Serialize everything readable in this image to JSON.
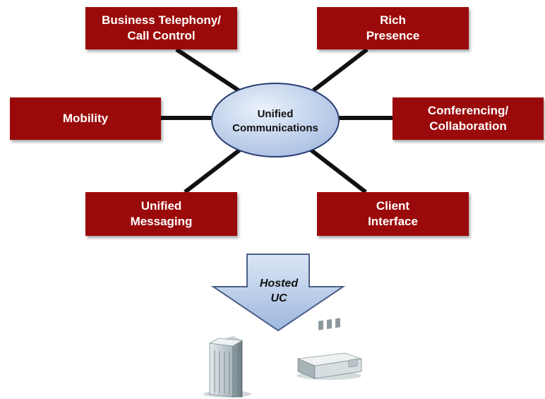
{
  "colors": {
    "box_fill": "#9b0a0a",
    "box_text": "#ffffff",
    "hub_fill": "#c5d4ec",
    "hub_stroke": "#2a3f73",
    "arrow_fill": "#b7cce9",
    "arrow_stroke": "#4a6088",
    "connector": "#111111"
  },
  "hub": {
    "line1": "Unified",
    "line2": "Communications"
  },
  "nodes": {
    "telephony": {
      "line1": "Business Telephony/",
      "line2": "Call Control"
    },
    "presence": {
      "line1": "Rich",
      "line2": "Presence"
    },
    "mobility": {
      "line1": "Mobility"
    },
    "conferencing": {
      "line1": "Conferencing/",
      "line2": "Collaboration"
    },
    "messaging": {
      "line1": "Unified",
      "line2": "Messaging"
    },
    "client": {
      "line1": "Client",
      "line2": "Interface"
    }
  },
  "arrow": {
    "line1": "Hosted",
    "line2": "UC"
  },
  "icons": [
    "office-tower-icon",
    "branch-office-building-icon"
  ]
}
